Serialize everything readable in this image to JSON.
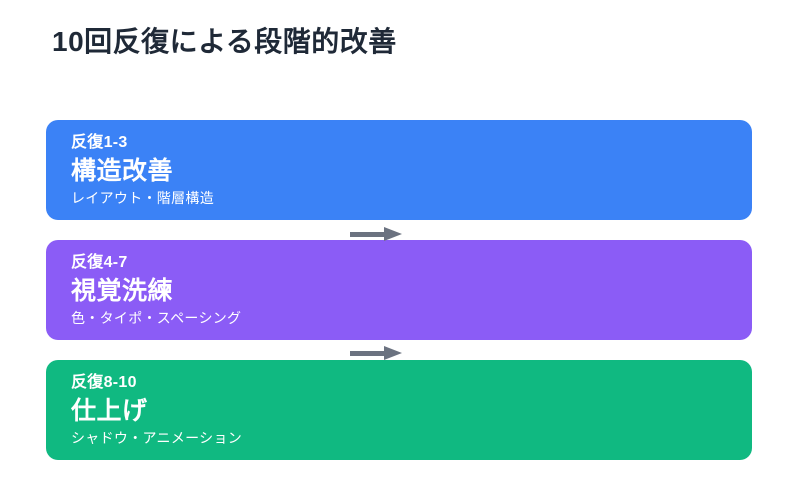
{
  "page": {
    "title": "10回反復による段階的改善"
  },
  "stages": [
    {
      "label": "反復1-3",
      "title": "構造改善",
      "subtitle": "レイアウト・階層構造",
      "color": "#3b82f6"
    },
    {
      "label": "反復4-7",
      "title": "視覚洗練",
      "subtitle": "色・タイポ・スペーシング",
      "color": "#8b5cf6"
    },
    {
      "label": "反復8-10",
      "title": "仕上げ",
      "subtitle": "シャドウ・アニメーション",
      "color": "#10b981"
    }
  ],
  "arrow": {
    "direction": "right",
    "color": "#6b7280"
  },
  "colors": {
    "background": "#ffffff",
    "title_text": "#1f2937",
    "stage_text": "#ffffff"
  }
}
